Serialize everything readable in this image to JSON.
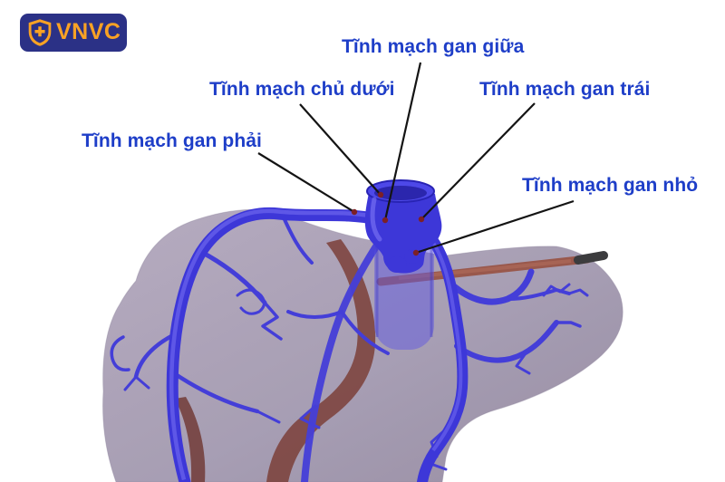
{
  "logo": {
    "text": "VNVC",
    "icon": "shield-cross-icon",
    "bg_color": "#2b3186",
    "accent_color": "#f9a224"
  },
  "figure": {
    "description": "Labeled anatomical illustration of the hepatic veins of the liver",
    "labels": [
      {
        "key": "right-hepatic-vein",
        "text": "Tĩnh mạch gan phải"
      },
      {
        "key": "inferior-vena-cava",
        "text": "Tĩnh mạch chủ dưới"
      },
      {
        "key": "middle-hepatic-vein",
        "text": "Tĩnh mạch gan giữa"
      },
      {
        "key": "left-hepatic-vein",
        "text": "Tĩnh mạch gan trái"
      },
      {
        "key": "small-hepatic-vein",
        "text": "Tĩnh mạch gan nhỏ"
      }
    ],
    "colors": {
      "label_text": "#1e3ec8",
      "leader_line": "#141414",
      "marker_dot": "#7c2026",
      "vein_blue": "#3d37d8",
      "vein_highlight": "#7a72f4",
      "liver_body": "#a399b0",
      "portal_red": "#7b4038",
      "rod_dark_tip": "#3c3c3e"
    }
  }
}
